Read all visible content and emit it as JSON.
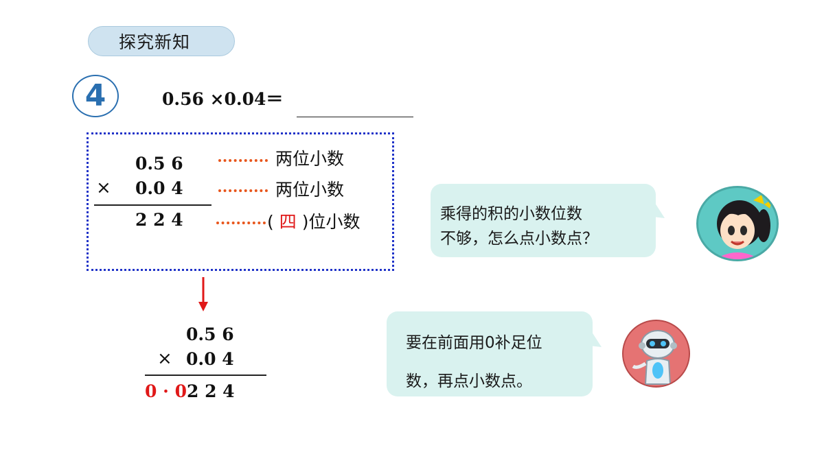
{
  "header": {
    "tag_label": "探究新知"
  },
  "problem": {
    "number": "4",
    "equation": "0.56 ×0.04＝"
  },
  "calculation": {
    "multiplicand": "0.5 6",
    "multiplier": "0.0 4",
    "times_symbol": "×",
    "partial_product": "2 2 4",
    "notes": {
      "first": "两位小数",
      "second": "两位小数",
      "third_open": "(",
      "third_fill": "四",
      "third_close": ")",
      "third_suffix": "位小数"
    }
  },
  "result": {
    "multiplicand": "0.5 6",
    "multiplier": "0.0 4",
    "times_symbol": "×",
    "zero_1": "0",
    "point": "·",
    "zero_2": "0",
    "digits": "2 2 4"
  },
  "dialog": {
    "girl_line1": "乘得的积的小数位数",
    "girl_line2": "不够，怎么点小数点？",
    "robot_line1": "要在前面用0补足位",
    "robot_line2": "数，再点小数点。"
  },
  "colors": {
    "accent_blue": "#2a6fb0",
    "box_border": "#2033c8",
    "dots_orange": "#e8561c",
    "red": "#e01818",
    "bubble_bg": "#d9f2ef"
  }
}
